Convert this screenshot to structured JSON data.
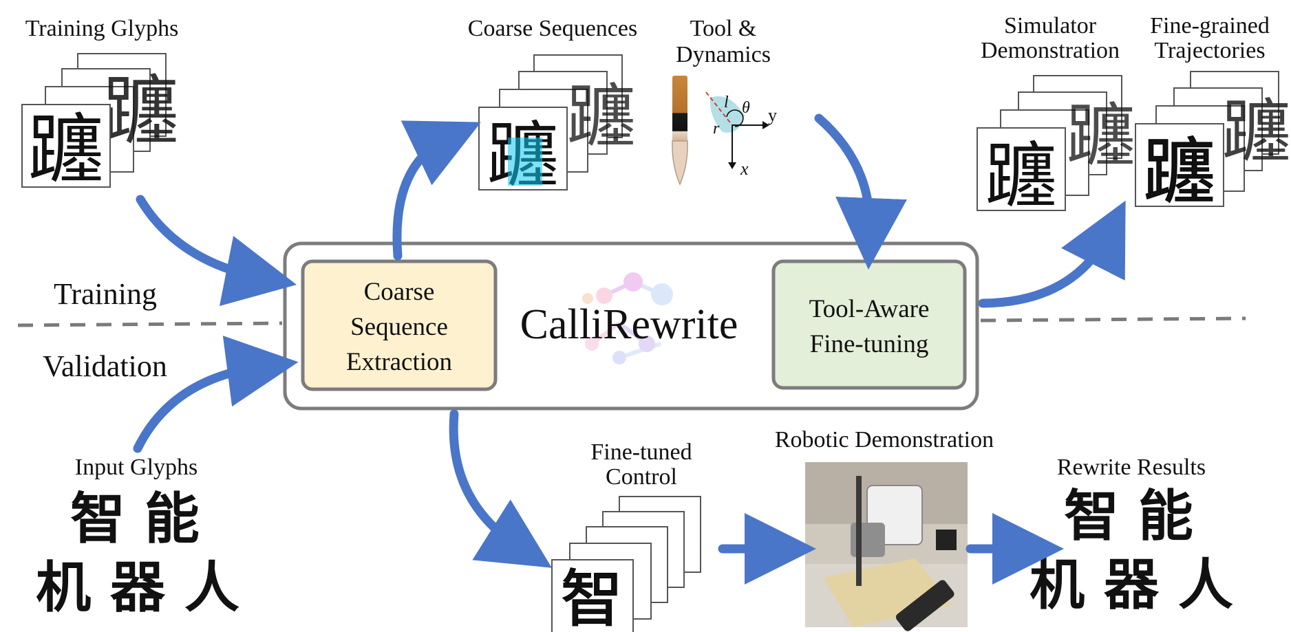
{
  "labels": {
    "training_glyphs": "Training Glyphs",
    "coarse_sequences": "Coarse Sequences",
    "tool_dynamics_1": "Tool &",
    "tool_dynamics_2": "Dynamics",
    "simulator_demo_1": "Simulator",
    "simulator_demo_2": "Demonstration",
    "fine_grained_1": "Fine-grained",
    "fine_grained_2": "Trajectories",
    "training": "Training",
    "validation": "Validation",
    "input_glyphs": "Input Glyphs",
    "fine_tuned_1": "Fine-tuned",
    "fine_tuned_2": "Control",
    "robotic_demo": "Robotic Demonstration",
    "rewrite_results": "Rewrite Results"
  },
  "center": {
    "title": "CalliRewrite",
    "left_box": [
      "Coarse",
      "Sequence",
      "Extraction"
    ],
    "right_box": [
      "Tool-Aware",
      "Fine-tuning"
    ]
  },
  "glyphs": {
    "main_char": "躔",
    "input_row1": "智 能",
    "input_row2": "机 器 人",
    "result_row1": "智 能",
    "result_row2": "机 器 人",
    "control_char": "智"
  },
  "tool_axes": {
    "l": "l",
    "theta": "θ",
    "r": "r",
    "y": "y",
    "x": "x"
  },
  "colors": {
    "arrow": "#4a76c9",
    "left_box_fill": "#fdf1cf",
    "right_box_fill": "#e3efd8",
    "box_stroke": "#7c7c7c",
    "dash": "#7a7a7a",
    "coarse_blue": "#2334c6",
    "coarse_cyan": "#12c8f0",
    "sim_red": "#d9474f",
    "fine_green": "#1f8a26"
  }
}
